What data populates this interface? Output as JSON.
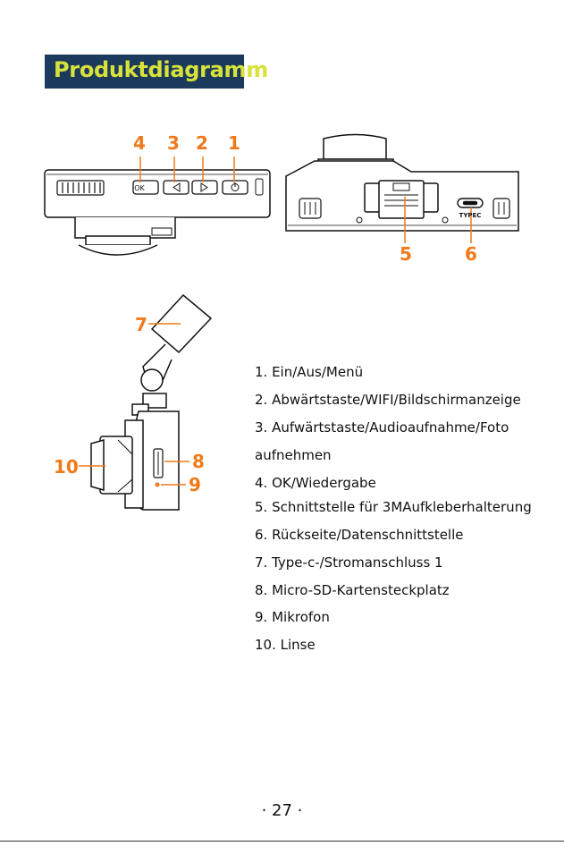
{
  "page": {
    "title": "Produktdiagramm",
    "page_number": "· 27 ·"
  },
  "callouts": {
    "c1": "1",
    "c2": "2",
    "c3": "3",
    "c4": "4",
    "c5": "5",
    "c6": "6",
    "c7": "7",
    "c8": "8",
    "c9": "9",
    "c10": "10"
  },
  "device_labels": {
    "ok": "OK",
    "port": "TYPEC"
  },
  "legend": {
    "items": [
      "1. Ein/Aus/Menü",
      "2. Abwärtstaste/WIFI/Bildschirmanzeige",
      "3. Aufwärtstaste/Audioaufnahme/Foto",
      "aufnehmen",
      "4. OK/Wiedergabe",
      "5. Schnittstelle für 3MAufkleberhalterung",
      "6. Rückseite/Datenschnittstelle",
      "7. Type-c-/Stromanschluss 1",
      "8. Micro-SD-Kartensteckplatz",
      "9. Mikrofon",
      "10. Linse"
    ]
  },
  "colors": {
    "title_bg": "#1b3a5c",
    "title_fg": "#d8e23a",
    "callout": "#f07a1a"
  }
}
